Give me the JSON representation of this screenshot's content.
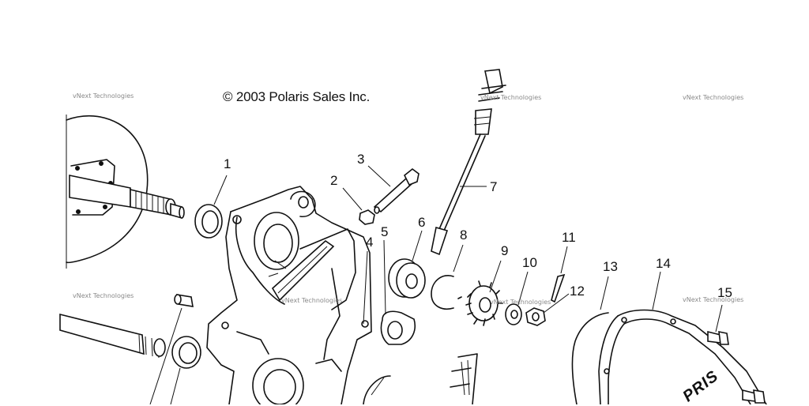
{
  "copyright": "© 2003 Polaris Sales Inc.",
  "watermark": "vNext Technologies",
  "callouts": {
    "c1": "1",
    "c2": "2",
    "c3": "3",
    "c4": "4",
    "c5": "5",
    "c6": "6",
    "c7": "7",
    "c8": "8",
    "c9": "9",
    "c10": "10",
    "c11": "11",
    "c12": "12",
    "c13": "13",
    "c14": "14",
    "c15": "15"
  },
  "cover_logo": "PRIS"
}
